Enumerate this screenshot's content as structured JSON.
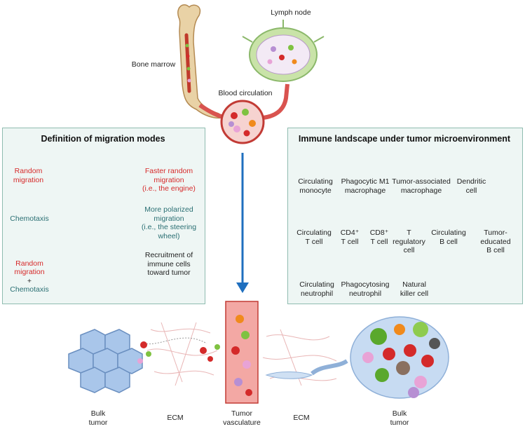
{
  "top_labels": {
    "bone_marrow": "Bone marrow",
    "lymph_node": "Lymph node",
    "blood_circulation": "Blood circulation"
  },
  "migration_panel": {
    "title": "Definition of migration modes",
    "rows": [
      {
        "left": "Random\nmigration",
        "right": "Faster random\nmigration\n(i.e., the engine)"
      },
      {
        "left": "Chemotaxis",
        "right": "More polarized\nmigration\n(i.e., the steering\nwheel)"
      },
      {
        "left": "Random\nmigration\n+\nChemotaxis",
        "right": "Recruitment of\nimmune cells\ntoward tumor"
      }
    ]
  },
  "immune_panel": {
    "title": "Immune landscape under tumor microenvironment",
    "cells": [
      {
        "label": "Circulating\nmonocyte",
        "icon": "monocyte-icon",
        "color": "#7fc241"
      },
      {
        "label": "Phagocytic M1\nmacrophage",
        "icon": "m1-macrophage-icon",
        "color": "#5aa82c"
      },
      {
        "label": "Tumor-associated\nmacrophage",
        "icon": "tam-icon",
        "color": "#8ecb4f"
      },
      {
        "label": "Dendritic\ncell",
        "icon": "dendritic-cell-icon",
        "color": "#555555"
      },
      {
        "label": "Circulating\nT cell",
        "icon": "t-cell-icon",
        "color": "#d42a2a"
      },
      {
        "label": "CD4⁺\nT cell",
        "icon": "cd4-t-cell-icon",
        "color": "#d42a2a"
      },
      {
        "label": "CD8⁺\nT cell",
        "icon": "cd8-t-cell-icon",
        "color": "#d42a2a"
      },
      {
        "label": "T\nregulatory\ncell",
        "icon": "treg-icon",
        "color": "#d42a2a"
      },
      {
        "label": "Circulating\nB cell",
        "icon": "b-cell-icon",
        "color": "#f08a1c"
      },
      {
        "label": "Tumor-\neducated\nB cell",
        "icon": "tumor-educated-b-cell-icon",
        "color": "#f08a1c"
      },
      {
        "label": "Circulating\nneutrophil",
        "icon": "neutrophil-icon",
        "color": "#e8a3d6"
      },
      {
        "label": "Phagocytosing\nneutrophil",
        "icon": "phagocytosing-neutrophil-icon",
        "color": "#e8a3d6"
      },
      {
        "label": "Natural\nkiller cell",
        "icon": "nk-cell-icon",
        "color": "#b78fd3"
      }
    ]
  },
  "bottom_labels": {
    "bulk_tumor_left": "Bulk\ntumor",
    "ecm_left": "ECM",
    "tumor_vasculature": "Tumor\nvasculature",
    "ecm_right": "ECM",
    "bulk_tumor_right": "Bulk\ntumor"
  },
  "colors": {
    "panel_bg": "#eef6f4",
    "panel_border": "#8fbcb0",
    "arrow": "#1f6fbf",
    "vessel": "#e06a6a",
    "tumor_cell": "#a9c6ea"
  }
}
